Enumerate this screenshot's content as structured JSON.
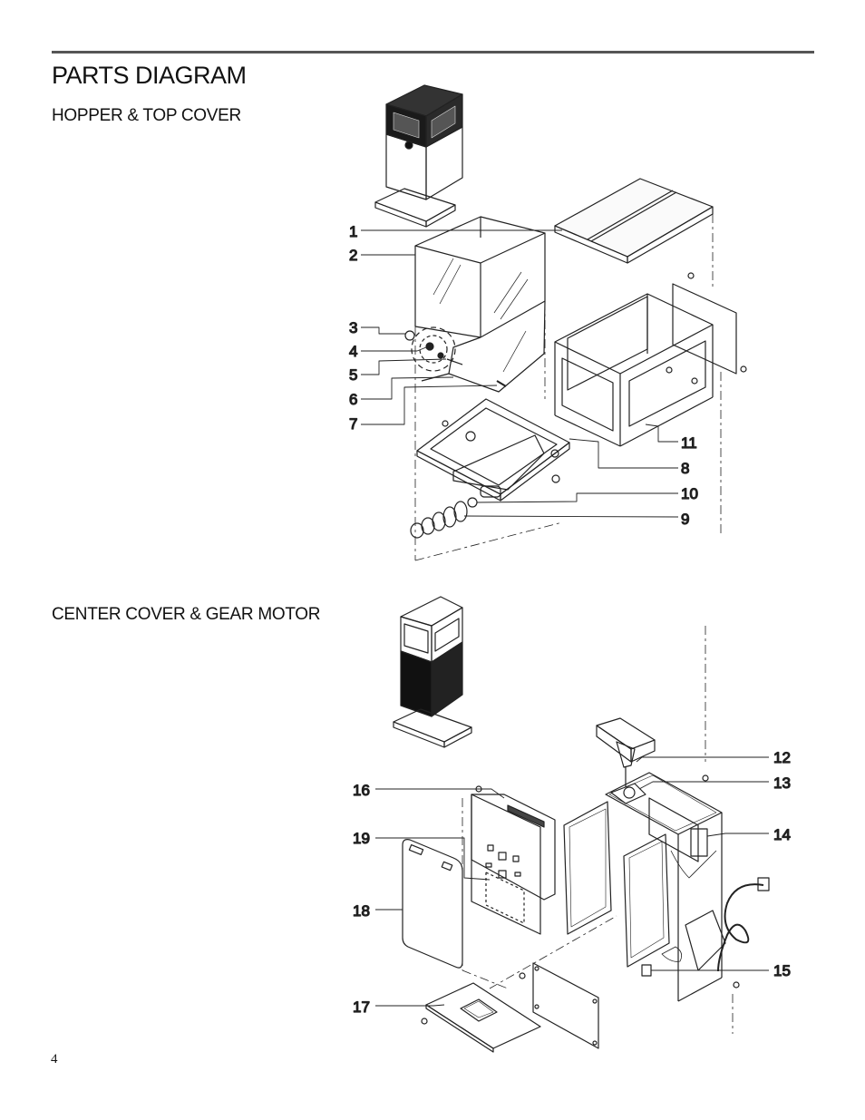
{
  "page": {
    "title": "PARTS DIAGRAM",
    "section_top": "HOPPER & TOP COVER",
    "section_bottom": "CENTER COVER & GEAR MOTOR",
    "page_number": "4"
  },
  "callouts_top": [
    "1",
    "2",
    "3",
    "4",
    "5",
    "6",
    "7",
    "8",
    "9",
    "10",
    "11"
  ],
  "callouts_bottom": [
    "12",
    "13",
    "14",
    "15",
    "16",
    "17",
    "18",
    "19"
  ]
}
